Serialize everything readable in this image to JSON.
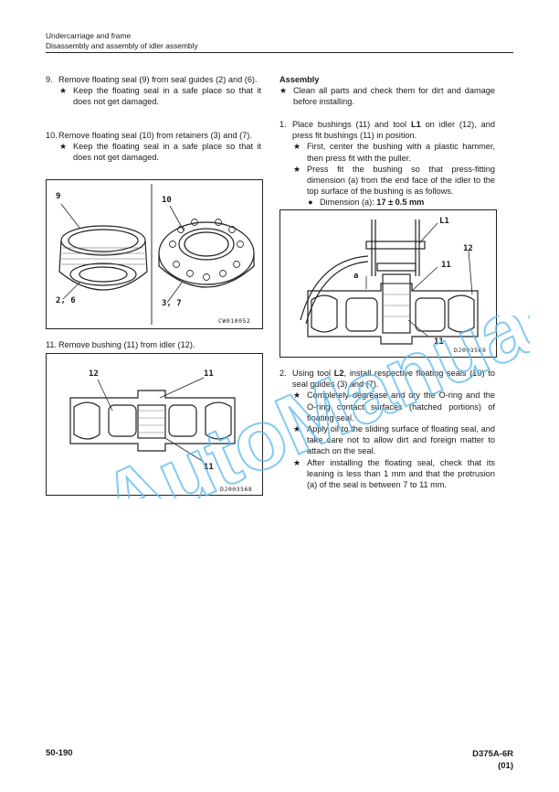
{
  "header": {
    "line1": "Undercarriage and frame",
    "line2": "Disassembly and assembly of idler assembly"
  },
  "left": {
    "step9": {
      "num": "9.",
      "text": "Remove floating seal (9) from seal guides (2) and (6).",
      "note": "Keep the floating seal in a safe place so that it does not get damaged."
    },
    "step10": {
      "num": "10.",
      "text": "Remove floating seal (10) from retainers (3) and (7).",
      "note": "Keep the floating seal in a safe place so that it does not get damaged."
    },
    "fig1": {
      "label_9": "9",
      "label_10": "10",
      "label_26": "2, 6",
      "label_37": "3, 7",
      "code": "CW010052"
    },
    "step11": {
      "num": "11.",
      "text": "Remove bushing (11) from idler (12)."
    },
    "fig2": {
      "label_12": "12",
      "label_11a": "11",
      "label_11b": "11",
      "code": "DJ003568"
    }
  },
  "right": {
    "assembly_heading": "Assembly",
    "assembly_note": "Clean all parts and check them for dirt and damage before installing.",
    "step1": {
      "num": "1.",
      "text_a": "Place bushings (11) and tool ",
      "tool": "L1",
      "text_b": " on idler (12), and press fit bushings (11) in position.",
      "note1": "First, center the bushing with a plastic hammer, then press fit with the puller.",
      "note2": "Press fit the bushing so that press-fitting dimension (a) from the end face of the idler to the top surface of the bushing is as follows.",
      "dim_label": "Dimension (a): ",
      "dim_value": "17 ± 0.5 mm"
    },
    "fig3": {
      "label_L1": "L1",
      "label_12": "12",
      "label_11a": "11",
      "label_11b": "11",
      "label_a": "a",
      "code": "DJ003569"
    },
    "step2": {
      "num": "2.",
      "text_a": "Using tool ",
      "tool": "L2",
      "text_b": ", install respective floating seals (10) to seal guides (3) and (7).",
      "note1": "Completely degrease and dry the O-ring and the O-ring contact surfaces (hatched portions) of floating seal.",
      "note2": "Apply oil to the sliding surface of floating seal, and take care not to allow dirt and foreign matter to attach on the seal.",
      "note3": "After installing the floating seal, check that its leaning is less than 1 mm and that the protrusion (a) of the seal is between 7 to 11 mm."
    }
  },
  "symbols": {
    "star": "★",
    "bullet": "●"
  },
  "watermark": {
    "text": "AutoManual"
  },
  "footer": {
    "page": "50-190",
    "model": "D375A-6R",
    "rev": "(01)"
  },
  "colors": {
    "watermark": "#5ab8ee"
  }
}
